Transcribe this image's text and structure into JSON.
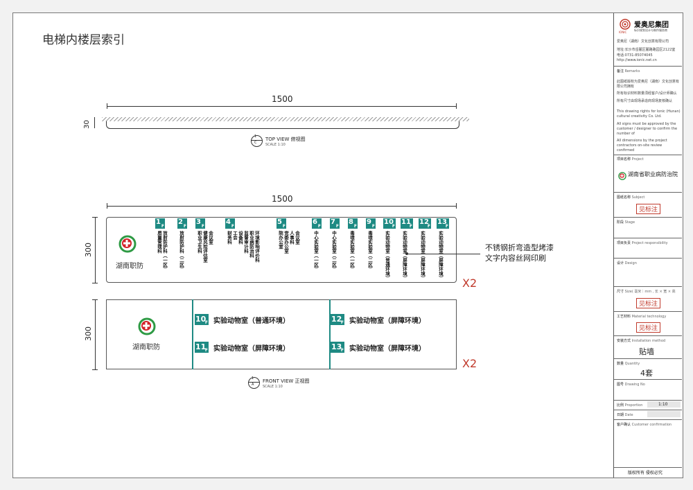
{
  "title": "电梯内楼层索引",
  "top_view": {
    "width": "1500",
    "depth": "30",
    "label": "TOP VIEW  俯视图",
    "scale": "SCALE 1:10",
    "circle_top": "1",
    "circle_bottom": "C"
  },
  "side_view": {
    "width": "1500",
    "height": "300",
    "logo_name": "湖南职防",
    "times": "X2",
    "columns": [
      {
        "floor": "1",
        "items": [
          "质量管理科",
          "放射防护科（一区）"
        ]
      },
      {
        "floor": "2",
        "items": [
          "放射防护科（二区）"
        ]
      },
      {
        "floor": "3",
        "items": [
          "职业卫生科",
          "健康风险评估室",
          "会议室"
        ]
      },
      {
        "floor": "4",
        "items": [
          "财务科",
          "工会",
          "设备科",
          "监督审计科",
          "职业病防治科",
          "环境影响评价科"
        ]
      },
      {
        "floor": "5",
        "items": [
          "院办公室",
          "党委办公室",
          "人事科",
          "会议室"
        ]
      },
      {
        "floor": "6",
        "items": [
          "中心实验室（一区）"
        ]
      },
      {
        "floor": "7",
        "items": [
          "中心实验室（二区）"
        ]
      },
      {
        "floor": "8",
        "items": [
          "毒理实验室（一区）"
        ]
      },
      {
        "floor": "9",
        "items": [
          "毒理实验室（二区）"
        ]
      },
      {
        "floor": "10",
        "items": [
          "实验动物室（普通环境）"
        ]
      },
      {
        "floor": "11",
        "items": [
          "实验动物室（屏障环境）"
        ]
      },
      {
        "floor": "12",
        "items": [
          "实验动物室（屏障环境）"
        ]
      },
      {
        "floor": "13",
        "items": [
          "实验动物室（屏障环境）"
        ]
      }
    ],
    "floor_suffix": "F",
    "annotation_line1": "不锈钢折弯造型烤漆",
    "annotation_line2": "文字内容丝网印刷"
  },
  "front_view": {
    "height": "300",
    "logo_name": "湖南职防",
    "times": "X2",
    "label": "FRONT VIEW  正视图",
    "scale": "SCALE 1:10",
    "circle_top": "1",
    "circle_bottom": "A",
    "entries": [
      {
        "floor": "10",
        "text": "实验动物室（普通环境）"
      },
      {
        "floor": "11",
        "text": "实验动物室（屏障环境）"
      },
      {
        "floor": "12",
        "text": "实验动物室（屏障环境）"
      },
      {
        "floor": "13",
        "text": "实验动物室（屏障环境）"
      }
    ]
  },
  "title_block": {
    "company": "爱奥尼集团",
    "company_sub": "标识规划设计与制作服务商",
    "logo_mark": "IONIC",
    "company_full": "爱奥尼（湖南）文化创意有限公司",
    "address": "地址:长沙市岳麓区麓路路园区2122室",
    "phone": "电话:0731-85074045",
    "web": "http://www.ionic.net.cn",
    "remarks_label": "备注",
    "remarks_en": "Remarks",
    "remark_1": "此图纸版权为爱奥尼（湖南）文化创意有限公司拥有",
    "remark_2": "所有标识材料数量须经客户/设计师确认",
    "remark_3": "所有尺寸由现场承造商现场复核确认",
    "remark_4": "This drawing rights for Ionic (Hunan) cultural creativity Co. Ltd.",
    "remark_5": "All signs must be approved by the customer / designer to confirm the number of",
    "remark_6": "All dimensions by the project contractors on-site review confirmed",
    "project_label": "项目名称",
    "project_en": "Project",
    "project_name": "湖南省职业病防治院",
    "drawing_name_label": "图纸名称",
    "drawing_name_en": "Subject",
    "stage_label": "阶段",
    "stage_en": "Stage",
    "lead_label": "项目负责",
    "lead_en": "Project responsibility",
    "design_label": "设计",
    "design_en": "Design",
    "size_label": "尺寸",
    "size_en": "Size( 毫米｜mm , 长 × 宽 × 高",
    "material_label": "工艺材料",
    "material_en": "Material technology",
    "install_label": "安装方式",
    "install_en": "Installation method",
    "install_value": "贴墙",
    "qty_label": "数量",
    "qty_en": "Quantity",
    "qty_value": "4套",
    "drawing_no_label": "图号",
    "drawing_no_en": "Drawing No",
    "ratio_label": "比例",
    "ratio_en": "Proportion",
    "ratio_value": "1:10",
    "date_label": "日期",
    "date_en": "Date",
    "confirm_label": "客户确认",
    "confirm_en": "Customer confirmation",
    "stamp_text": "见标注",
    "copyright": "版权所有  侵权必究"
  },
  "colors": {
    "teal": "#1e8a83",
    "red_stamp": "#c0392b",
    "logo_red": "#d2232a",
    "logo_green": "#2e9a44"
  }
}
